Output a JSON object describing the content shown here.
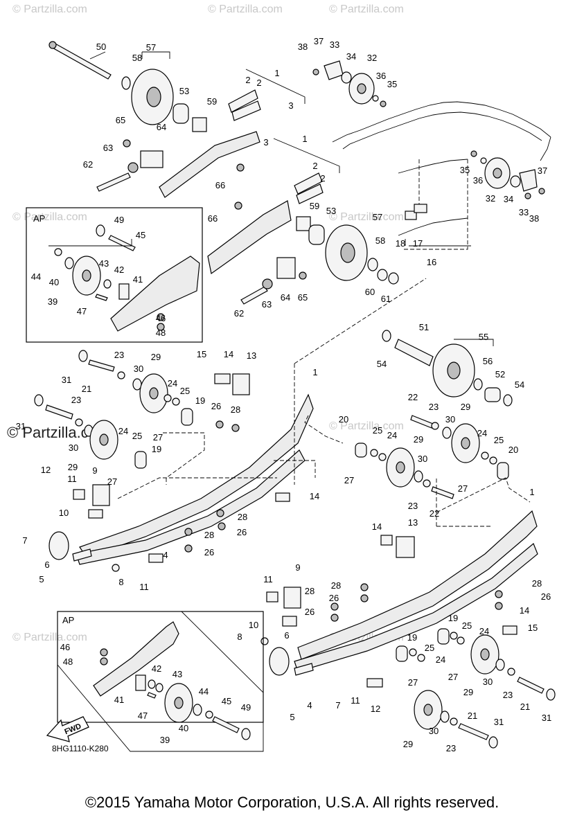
{
  "watermarks": {
    "light": "© Partzilla.com",
    "dark": "© Partzilla.com"
  },
  "diagram": {
    "code": "8HG1110-K280",
    "fwd_label": "FWD",
    "inset_label": "AP",
    "copyright": "©2015 Yamaha Motor Corporation, U.S.A. All rights reserved."
  },
  "callouts": [
    {
      "t": "50"
    },
    {
      "t": "57"
    },
    {
      "t": "58"
    },
    {
      "t": "1"
    },
    {
      "t": "2"
    },
    {
      "t": "2"
    },
    {
      "t": "3"
    },
    {
      "t": "53"
    },
    {
      "t": "59"
    },
    {
      "t": "65"
    },
    {
      "t": "64"
    },
    {
      "t": "63"
    },
    {
      "t": "62"
    },
    {
      "t": "66"
    },
    {
      "t": "38"
    },
    {
      "t": "37"
    },
    {
      "t": "33"
    },
    {
      "t": "34"
    },
    {
      "t": "32"
    },
    {
      "t": "36"
    },
    {
      "t": "35"
    },
    {
      "t": "1"
    },
    {
      "t": "3"
    },
    {
      "t": "2"
    },
    {
      "t": "2"
    },
    {
      "t": "59"
    },
    {
      "t": "53"
    },
    {
      "t": "57"
    },
    {
      "t": "58"
    },
    {
      "t": "66"
    },
    {
      "t": "60"
    },
    {
      "t": "61"
    },
    {
      "t": "62"
    },
    {
      "t": "63"
    },
    {
      "t": "64"
    },
    {
      "t": "65"
    },
    {
      "t": "35"
    },
    {
      "t": "36"
    },
    {
      "t": "32"
    },
    {
      "t": "34"
    },
    {
      "t": "33"
    },
    {
      "t": "37"
    },
    {
      "t": "38"
    },
    {
      "t": "18"
    },
    {
      "t": "17"
    },
    {
      "t": "16"
    },
    {
      "t": "49"
    },
    {
      "t": "45"
    },
    {
      "t": "44"
    },
    {
      "t": "40"
    },
    {
      "t": "43"
    },
    {
      "t": "42"
    },
    {
      "t": "41"
    },
    {
      "t": "39"
    },
    {
      "t": "47"
    },
    {
      "t": "46"
    },
    {
      "t": "48"
    },
    {
      "t": "51"
    },
    {
      "t": "55"
    },
    {
      "t": "54"
    },
    {
      "t": "56"
    },
    {
      "t": "52"
    },
    {
      "t": "54"
    },
    {
      "t": "23"
    },
    {
      "t": "29"
    },
    {
      "t": "30"
    },
    {
      "t": "31"
    },
    {
      "t": "21"
    },
    {
      "t": "15"
    },
    {
      "t": "14"
    },
    {
      "t": "13"
    },
    {
      "t": "1"
    },
    {
      "t": "24"
    },
    {
      "t": "25"
    },
    {
      "t": "19"
    },
    {
      "t": "26"
    },
    {
      "t": "28"
    },
    {
      "t": "27"
    },
    {
      "t": "31"
    },
    {
      "t": "23"
    },
    {
      "t": "24"
    },
    {
      "t": "25"
    },
    {
      "t": "19"
    },
    {
      "t": "30"
    },
    {
      "t": "29"
    },
    {
      "t": "27"
    },
    {
      "t": "12"
    },
    {
      "t": "11"
    },
    {
      "t": "9"
    },
    {
      "t": "10"
    },
    {
      "t": "7"
    },
    {
      "t": "6"
    },
    {
      "t": "5"
    },
    {
      "t": "8"
    },
    {
      "t": "11"
    },
    {
      "t": "4"
    },
    {
      "t": "28"
    },
    {
      "t": "26"
    },
    {
      "t": "28"
    },
    {
      "t": "26"
    },
    {
      "t": "14"
    },
    {
      "t": "22"
    },
    {
      "t": "23"
    },
    {
      "t": "29"
    },
    {
      "t": "30"
    },
    {
      "t": "20"
    },
    {
      "t": "25"
    },
    {
      "t": "24"
    },
    {
      "t": "29"
    },
    {
      "t": "30"
    },
    {
      "t": "27"
    },
    {
      "t": "23"
    },
    {
      "t": "22"
    },
    {
      "t": "24"
    },
    {
      "t": "25"
    },
    {
      "t": "20"
    },
    {
      "t": "27"
    },
    {
      "t": "1"
    },
    {
      "t": "14"
    },
    {
      "t": "13"
    },
    {
      "t": "28"
    },
    {
      "t": "26"
    },
    {
      "t": "11"
    },
    {
      "t": "9"
    },
    {
      "t": "28"
    },
    {
      "t": "26"
    },
    {
      "t": "28"
    },
    {
      "t": "26"
    },
    {
      "t": "10"
    },
    {
      "t": "8"
    },
    {
      "t": "6"
    },
    {
      "t": "19"
    },
    {
      "t": "25"
    },
    {
      "t": "24"
    },
    {
      "t": "14"
    },
    {
      "t": "15"
    },
    {
      "t": "19"
    },
    {
      "t": "25"
    },
    {
      "t": "24"
    },
    {
      "t": "27"
    },
    {
      "t": "27"
    },
    {
      "t": "29"
    },
    {
      "t": "30"
    },
    {
      "t": "23"
    },
    {
      "t": "21"
    },
    {
      "t": "31"
    },
    {
      "t": "5"
    },
    {
      "t": "4"
    },
    {
      "t": "7"
    },
    {
      "t": "11"
    },
    {
      "t": "12"
    },
    {
      "t": "30"
    },
    {
      "t": "29"
    },
    {
      "t": "23"
    },
    {
      "t": "21"
    },
    {
      "t": "31"
    },
    {
      "t": "46"
    },
    {
      "t": "48"
    },
    {
      "t": "42"
    },
    {
      "t": "43"
    },
    {
      "t": "41"
    },
    {
      "t": "47"
    },
    {
      "t": "44"
    },
    {
      "t": "45"
    },
    {
      "t": "49"
    },
    {
      "t": "39"
    },
    {
      "t": "40"
    }
  ]
}
